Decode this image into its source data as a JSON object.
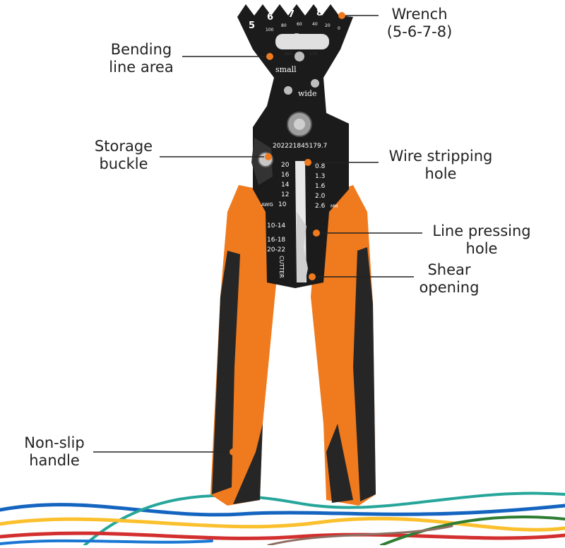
{
  "labels": {
    "wrench": "Wrench\n(5-6-7-8)",
    "bending": "Bending\nline area",
    "storage": "Storage\nbuckle",
    "stripping": "Wire stripping\nhole",
    "pressing": "Line pressing\nhole",
    "shear": "Shear\nopening",
    "nonslip": "Non-slip\nhandle"
  },
  "tool_markings": {
    "wrench_sizes": [
      "5",
      "6",
      "7",
      "8"
    ],
    "arc_scale": [
      "100",
      "80",
      "60",
      "40",
      "20",
      "0"
    ],
    "lower_scale": [
      "160",
      "130"
    ],
    "small": "small",
    "wide": "wide",
    "serial": "202221845179.7",
    "awg_values": [
      "20",
      "16",
      "14",
      "12",
      "10"
    ],
    "awg_label": "AWG",
    "mm_values": [
      "0.8",
      "1.3",
      "1.6",
      "2.0",
      "2.6"
    ],
    "mm_unit": "MM",
    "crimp_ranges": [
      "10-14",
      "16-18",
      "20-22"
    ],
    "cutter": "CUTTER"
  },
  "colors": {
    "accent_orange": "#f07a1e",
    "steel_black": "#1b1b1b",
    "grip_black": "#262626",
    "wire_colors": [
      "#1565c0",
      "#d32f2f",
      "#fbc02d",
      "#2e7d32",
      "#26a69a"
    ]
  }
}
